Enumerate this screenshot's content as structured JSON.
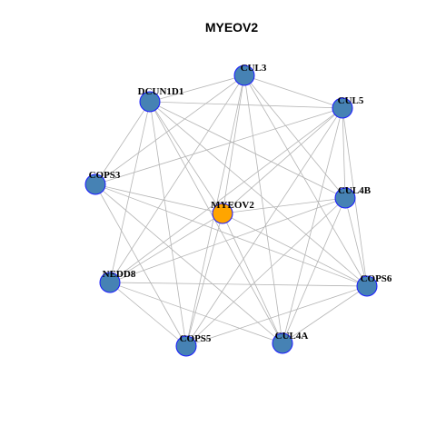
{
  "title": "MYEOV2",
  "colors": {
    "hub_fill": "#FFA500",
    "node_fill": "#4682B4",
    "node_stroke": "#1a1aff",
    "edge": "#b4b4b4"
  },
  "nodes": [
    {
      "id": "MYEOV2",
      "role": "hub"
    },
    {
      "id": "CUL3"
    },
    {
      "id": "DCUN1D1"
    },
    {
      "id": "CUL5"
    },
    {
      "id": "COPS3"
    },
    {
      "id": "CUL4B"
    },
    {
      "id": "NEDD8"
    },
    {
      "id": "COPS6"
    },
    {
      "id": "COPS5"
    },
    {
      "id": "CUL4A"
    }
  ],
  "edges": [
    [
      "CUL3",
      "DCUN1D1"
    ],
    [
      "CUL3",
      "CUL5"
    ],
    [
      "CUL3",
      "COPS3"
    ],
    [
      "CUL3",
      "MYEOV2"
    ],
    [
      "CUL3",
      "CUL4B"
    ],
    [
      "CUL3",
      "NEDD8"
    ],
    [
      "CUL3",
      "COPS6"
    ],
    [
      "CUL3",
      "COPS5"
    ],
    [
      "CUL3",
      "CUL4A"
    ],
    [
      "DCUN1D1",
      "CUL5"
    ],
    [
      "DCUN1D1",
      "COPS3"
    ],
    [
      "DCUN1D1",
      "MYEOV2"
    ],
    [
      "DCUN1D1",
      "CUL4B"
    ],
    [
      "DCUN1D1",
      "NEDD8"
    ],
    [
      "DCUN1D1",
      "COPS6"
    ],
    [
      "DCUN1D1",
      "COPS5"
    ],
    [
      "DCUN1D1",
      "CUL4A"
    ],
    [
      "CUL5",
      "COPS3"
    ],
    [
      "CUL5",
      "MYEOV2"
    ],
    [
      "CUL5",
      "CUL4B"
    ],
    [
      "CUL5",
      "NEDD8"
    ],
    [
      "CUL5",
      "COPS6"
    ],
    [
      "CUL5",
      "COPS5"
    ],
    [
      "CUL5",
      "CUL4A"
    ],
    [
      "COPS3",
      "MYEOV2"
    ],
    [
      "COPS3",
      "COPS6"
    ],
    [
      "COPS3",
      "COPS5"
    ],
    [
      "COPS3",
      "CUL4A"
    ],
    [
      "MYEOV2",
      "CUL4B"
    ],
    [
      "MYEOV2",
      "NEDD8"
    ],
    [
      "MYEOV2",
      "COPS5"
    ],
    [
      "MYEOV2",
      "CUL4A"
    ],
    [
      "MYEOV2",
      "COPS6"
    ],
    [
      "CUL4B",
      "NEDD8"
    ],
    [
      "CUL4B",
      "COPS6"
    ],
    [
      "CUL4B",
      "CUL4A"
    ],
    [
      "CUL4B",
      "COPS5"
    ],
    [
      "NEDD8",
      "COPS6"
    ],
    [
      "NEDD8",
      "COPS5"
    ],
    [
      "NEDD8",
      "CUL4A"
    ],
    [
      "COPS6",
      "COPS5"
    ],
    [
      "COPS6",
      "CUL4A"
    ]
  ]
}
